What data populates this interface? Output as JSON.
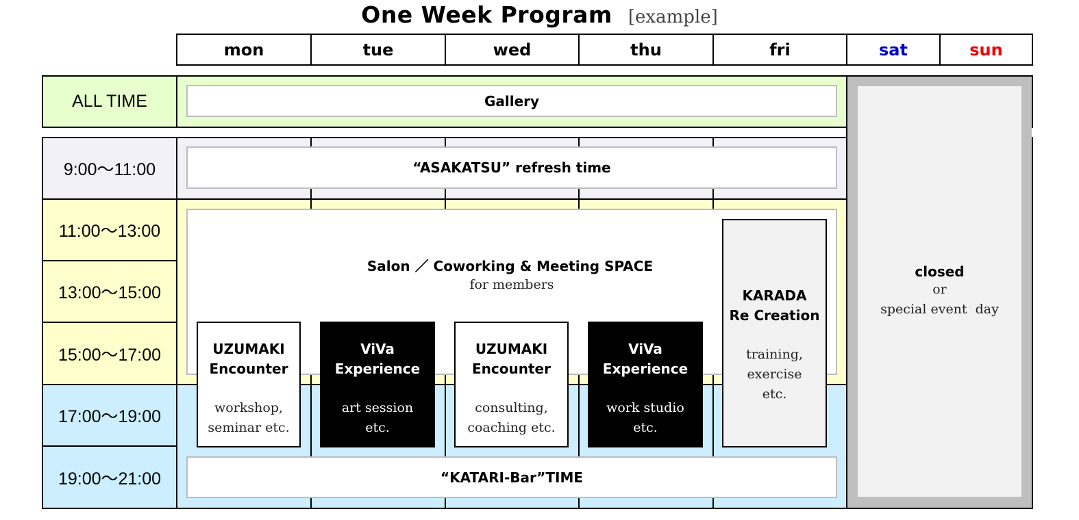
{
  "title": {
    "main": "One Week Program",
    "sub": "[example]"
  },
  "days": [
    {
      "label": "mon",
      "color": "#000000"
    },
    {
      "label": "tue",
      "color": "#000000"
    },
    {
      "label": "wed",
      "color": "#000000"
    },
    {
      "label": "thu",
      "color": "#000000"
    },
    {
      "label": "fri",
      "color": "#000000"
    },
    {
      "label": "sat",
      "color": "#0000cc"
    },
    {
      "label": "sun",
      "color": "#ee0000"
    }
  ],
  "rows": {
    "all_time": "ALL TIME",
    "slots": [
      "9:00～11:00",
      "11:00～13:00",
      "13:00～15:00",
      "15:00～17:00",
      "17:00～19:00",
      "19:00～21:00"
    ]
  },
  "colors": {
    "all_time_bg": "#e6ffcc",
    "morning_bg": "#f3f1f8",
    "midday_bg": "#ffffcc",
    "evening_bg": "#cceeff",
    "weekend_frame": "#bfbfbf",
    "weekend_panel": "#f2f2f2"
  },
  "programs": {
    "gallery": "Gallery",
    "asakatsu": "“ASAKATSU” refresh time",
    "salon": {
      "title": "Salon ／ Coworking & Meeting SPACE",
      "sub": "for members"
    },
    "karada": {
      "title1": "KARADA",
      "title2": "Re Creation",
      "desc1": "training,",
      "desc2": "exercise",
      "desc3": "etc."
    },
    "uzumaki_mon": {
      "title1": "UZUMAKI",
      "title2": "Encounter",
      "desc1": "workshop,",
      "desc2": "seminar etc."
    },
    "viva_tue": {
      "title1": "ViVa",
      "title2": "Experience",
      "desc1": "art session",
      "desc2": "etc."
    },
    "uzumaki_wed": {
      "title1": "UZUMAKI",
      "title2": "Encounter",
      "desc1": "consulting,",
      "desc2": "coaching etc."
    },
    "viva_thu": {
      "title1": "ViVa",
      "title2": "Experience",
      "desc1": "work studio",
      "desc2": "etc."
    },
    "katari": "“KATARI-Bar”TIME",
    "weekend": {
      "title": "closed",
      "line2": "or",
      "line3": "special event  day"
    }
  }
}
